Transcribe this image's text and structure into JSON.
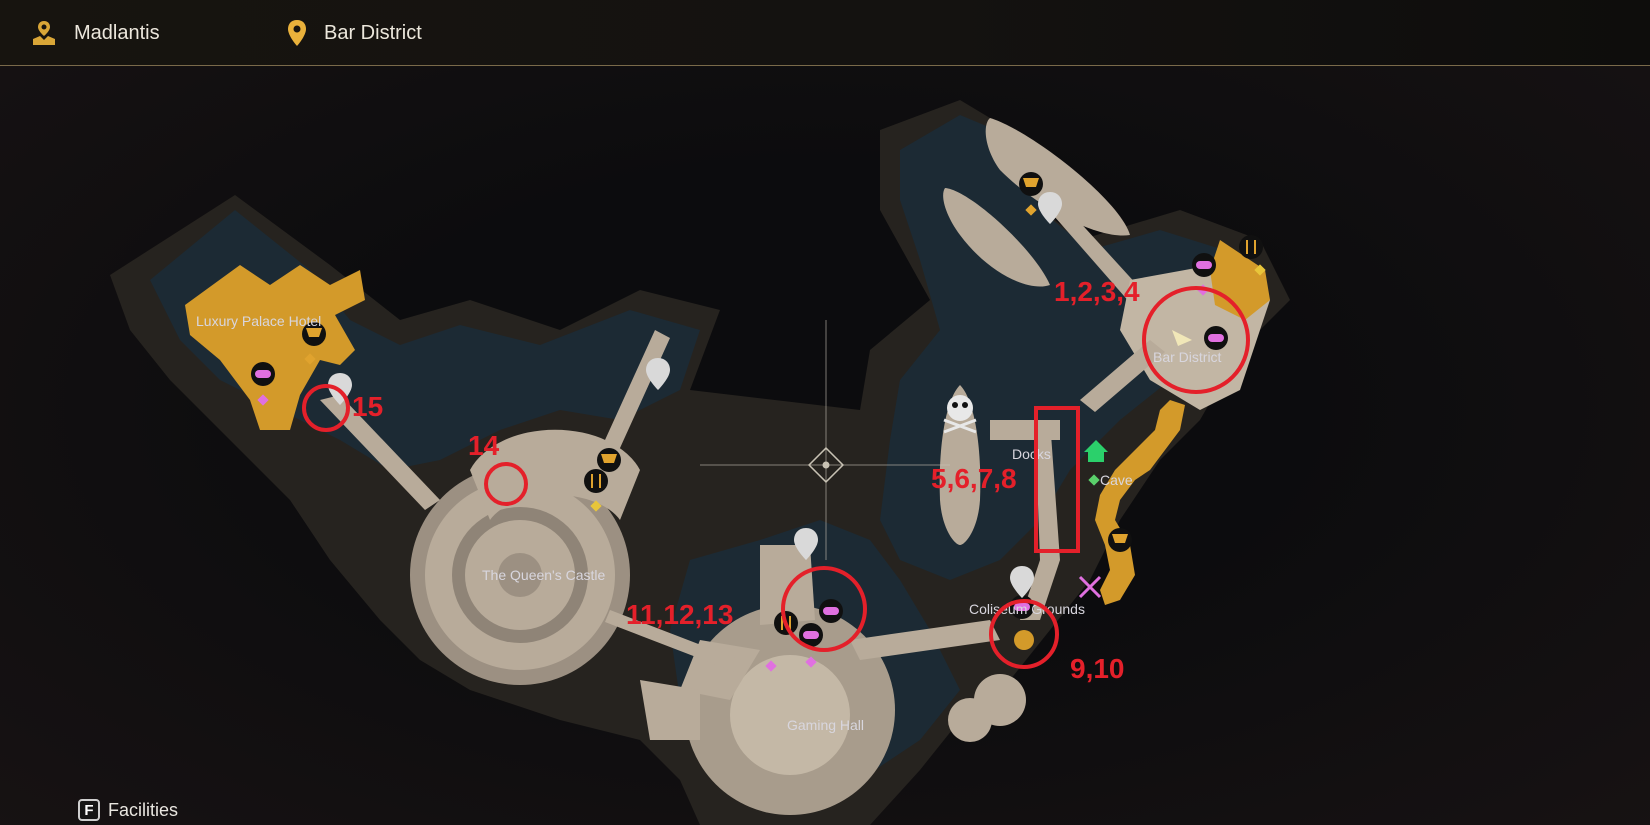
{
  "header": {
    "region_icon": "golden-map-icon",
    "region": "Madlantis",
    "location_icon": "map-pin-icon",
    "location": "Bar District"
  },
  "map": {
    "locations": {
      "luxury_palace_hotel": "Luxury Palace Hotel",
      "queens_castle": "The Queen's Castle",
      "gaming_hall": "Gaming Hall",
      "coliseum_grounds": "Coliseum Grounds",
      "docks": "Docks",
      "cave": "Cave",
      "bar_district": "Bar District"
    },
    "annotations": {
      "a15": "15",
      "a14": "14",
      "a1234": "1,2,3,4",
      "a5678": "5,6,7,8",
      "a910": "9,10",
      "a111213": "11,12,13"
    },
    "colors": {
      "water": "#1c2a34",
      "land": "#b8ab9a",
      "highlight": "#d39a2a",
      "annotation": "#e4202a",
      "minigame": "#e070e0"
    }
  },
  "footer": {
    "key": "F",
    "label": "Facilities"
  }
}
